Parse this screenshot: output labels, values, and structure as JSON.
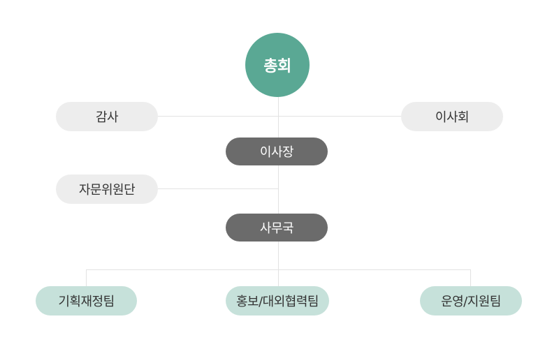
{
  "diagram": {
    "root": {
      "label": "총회",
      "fill": "#5aa894",
      "text_color": "#ffffff"
    },
    "side_nodes": {
      "audit": {
        "label": "감사"
      },
      "board": {
        "label": "이사회"
      },
      "advisory": {
        "label": "자문위원단"
      },
      "fill": "#ededed",
      "text_color": "#333333"
    },
    "chairman": {
      "label": "이사장",
      "fill": "#6b6b6b",
      "text_color": "#ffffff"
    },
    "secretariat": {
      "label": "사무국",
      "fill": "#6b6b6b",
      "text_color": "#ffffff"
    },
    "teams": {
      "items": [
        {
          "label": "기획재정팀"
        },
        {
          "label": "홍보/대외협력팀"
        },
        {
          "label": "운영/지원팀"
        }
      ],
      "fill": "#c6e1da",
      "text_color": "#333333"
    },
    "connector_color": "#e2e2e2"
  }
}
